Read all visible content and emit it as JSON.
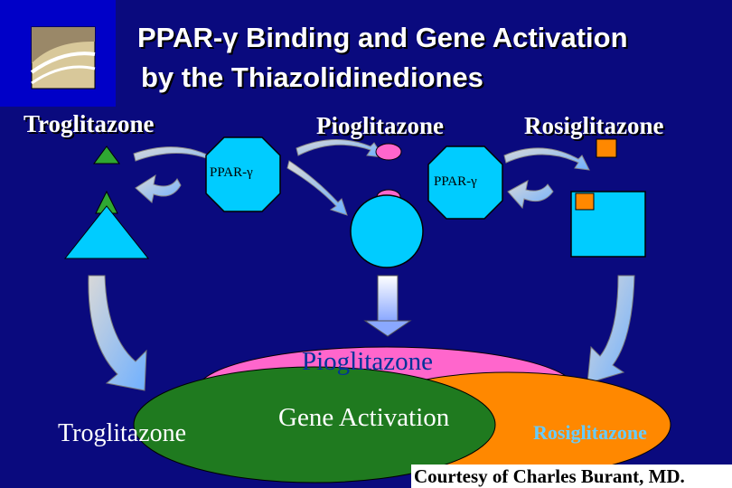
{
  "title": {
    "line1": "PPAR-γ Binding and Gene Activation",
    "line2": "by the Thiazolidinediones"
  },
  "drugs": {
    "troglitazone": "Troglitazone",
    "pioglitazone": "Pioglitazone",
    "rosiglitazone": "Rosiglitazone"
  },
  "receptor": {
    "left": "PPAR-γ",
    "right": "PPAR-γ"
  },
  "result": {
    "pioglitazone": "Pioglitazone",
    "gene_activation": "Gene Activation",
    "troglitazone": "Troglitazone",
    "rosiglitazone": "Rosiglitazone"
  },
  "credit": "Courtesy of Charles Burant, MD.",
  "colors": {
    "background": "#0a0a7e",
    "sidebar": "#0000c8",
    "cyan": "#00ccff",
    "green": "#2fa832",
    "pink": "#ff66cc",
    "orange": "#ff8800",
    "gray": "#b8b8b8"
  }
}
